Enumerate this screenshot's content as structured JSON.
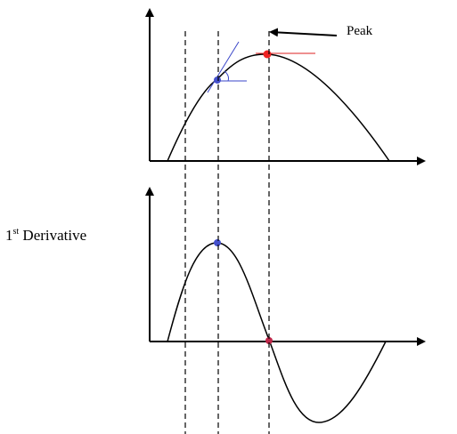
{
  "annotations": {
    "peak_label": "Peak",
    "derivative_number": "1",
    "derivative_superscript": "st",
    "derivative_text": " Derivative"
  },
  "colors": {
    "curve": "#000000",
    "tangent": "#3a46c8",
    "tangent_point": "#4450cc",
    "peak_marker": "#ee2222",
    "peak_tangent": "#dd2222",
    "zero_crossing_marker": "#c0284a",
    "guide_lines": "#000000"
  },
  "icons": [
    "arrow-icon"
  ]
}
